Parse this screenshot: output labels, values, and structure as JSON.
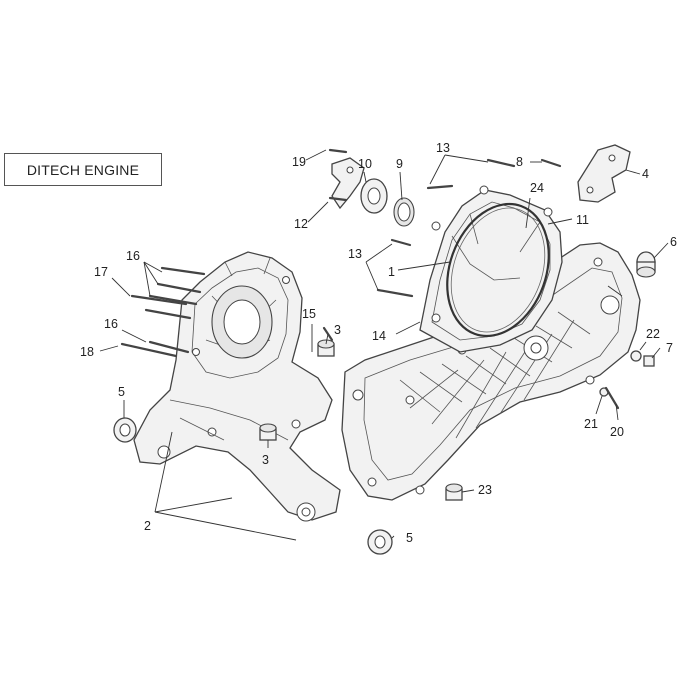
{
  "title": "DITECH ENGINE",
  "callouts": [
    {
      "id": "c1",
      "text": "1"
    },
    {
      "id": "c2",
      "text": "2"
    },
    {
      "id": "c3a",
      "text": "3"
    },
    {
      "id": "c3b",
      "text": "3"
    },
    {
      "id": "c4",
      "text": "4"
    },
    {
      "id": "c5a",
      "text": "5"
    },
    {
      "id": "c5b",
      "text": "5"
    },
    {
      "id": "c6",
      "text": "6"
    },
    {
      "id": "c7",
      "text": "7"
    },
    {
      "id": "c8",
      "text": "8"
    },
    {
      "id": "c9",
      "text": "9"
    },
    {
      "id": "c10",
      "text": "10"
    },
    {
      "id": "c11",
      "text": "11"
    },
    {
      "id": "c12",
      "text": "12"
    },
    {
      "id": "c13a",
      "text": "13"
    },
    {
      "id": "c13b",
      "text": "13"
    },
    {
      "id": "c14",
      "text": "14"
    },
    {
      "id": "c15",
      "text": "15"
    },
    {
      "id": "c16a",
      "text": "16"
    },
    {
      "id": "c16b",
      "text": "16"
    },
    {
      "id": "c17",
      "text": "17"
    },
    {
      "id": "c18",
      "text": "18"
    },
    {
      "id": "c19",
      "text": "19"
    },
    {
      "id": "c20",
      "text": "20"
    },
    {
      "id": "c21",
      "text": "21"
    },
    {
      "id": "c22",
      "text": "22"
    },
    {
      "id": "c23",
      "text": "23"
    },
    {
      "id": "c24",
      "text": "24"
    }
  ]
}
